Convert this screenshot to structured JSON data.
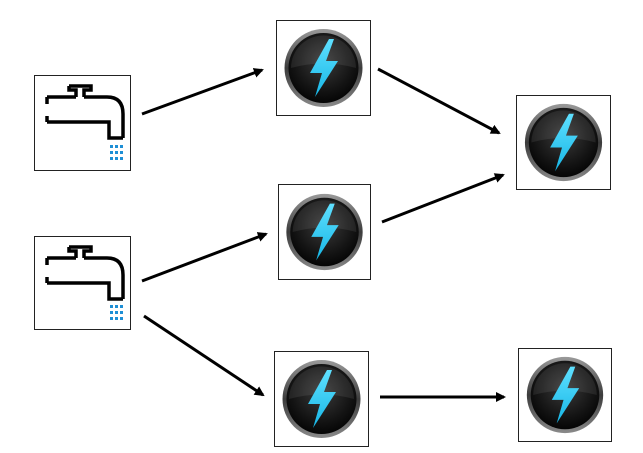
{
  "diagram": {
    "nodes": [
      {
        "id": "source-1",
        "kind": "tap"
      },
      {
        "id": "source-2",
        "kind": "tap"
      },
      {
        "id": "bolt-1",
        "kind": "bolt"
      },
      {
        "id": "bolt-2",
        "kind": "bolt"
      },
      {
        "id": "bolt-3",
        "kind": "bolt"
      },
      {
        "id": "bolt-4",
        "kind": "bolt"
      },
      {
        "id": "bolt-5",
        "kind": "bolt"
      }
    ],
    "edges": [
      {
        "from": "source-1",
        "to": "bolt-1"
      },
      {
        "from": "source-2",
        "to": "bolt-2"
      },
      {
        "from": "source-2",
        "to": "bolt-3"
      },
      {
        "from": "bolt-1",
        "to": "bolt-4"
      },
      {
        "from": "bolt-2",
        "to": "bolt-4"
      },
      {
        "from": "bolt-3",
        "to": "bolt-5"
      }
    ],
    "colors": {
      "tap_stroke": "#000000",
      "water_drops": "#1e8fd6",
      "bolt_fill": "#1ec8f0",
      "disc_dark": "#101010",
      "arrow": "#000000"
    }
  }
}
